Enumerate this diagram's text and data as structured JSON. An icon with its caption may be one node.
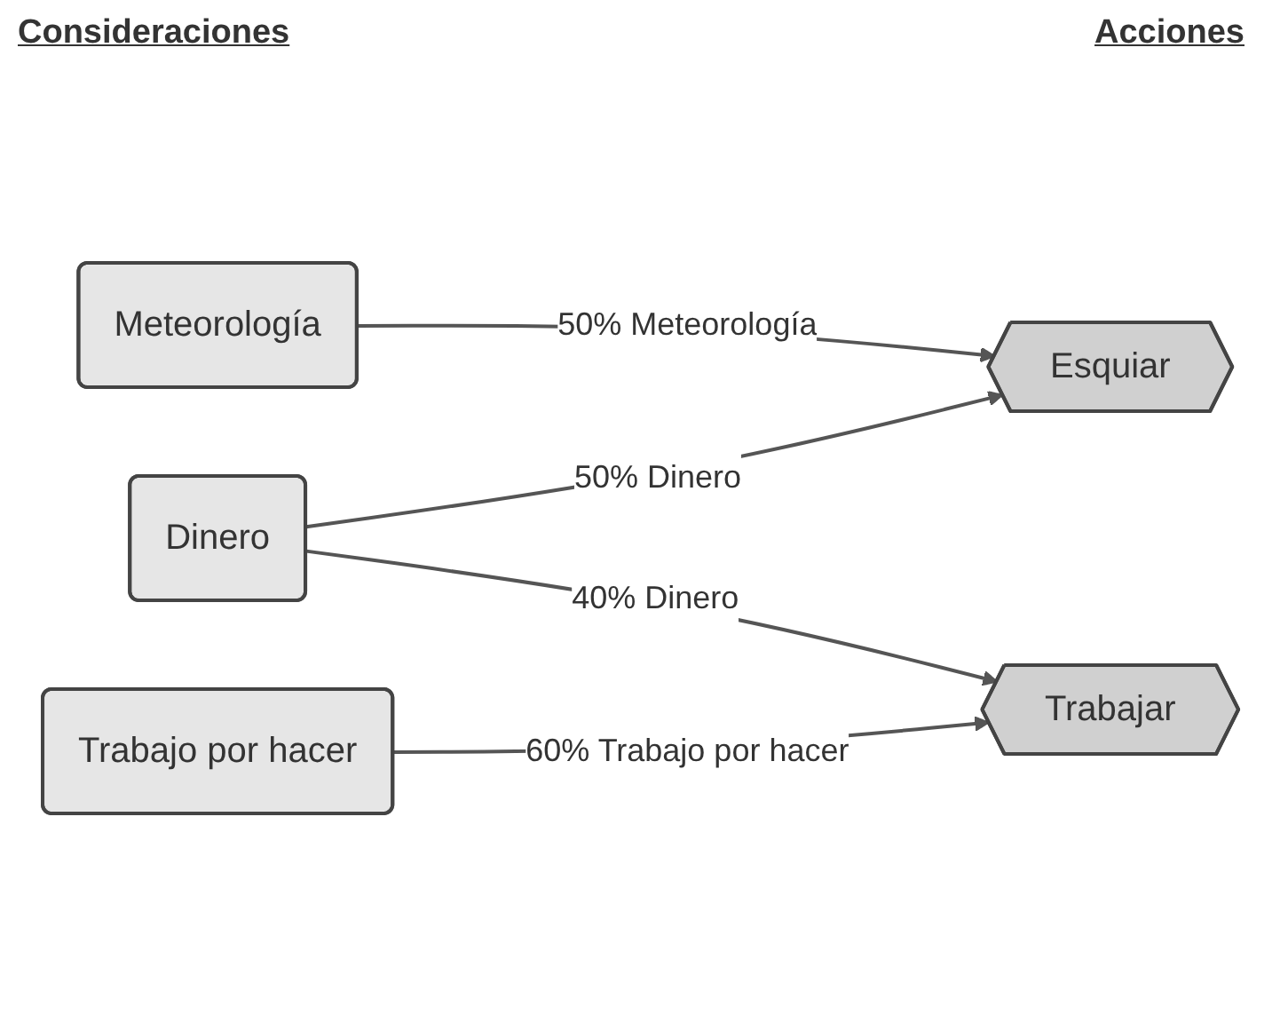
{
  "diagram": {
    "nodes": [
      {
        "text": [
          "Meteorología"
        ]
      },
      {
        "text": [
          "Dinero"
        ]
      },
      {
        "text": [
          "Trabajo por hacer"
        ]
      },
      {
        "text": [
          "Esquiar"
        ]
      },
      {
        "text": [
          "Trabajar"
        ]
      }
    ],
    "edges": [
      {
        "from": 0,
        "to": 3,
        "arrow": "to",
        "label": "50% Meteorología"
      },
      {
        "from": 1,
        "to": 3,
        "arrow": "to",
        "label": "50% Dinero"
      },
      {
        "from": 1,
        "to": 4,
        "arrow": "to",
        "label": "40% Dinero"
      },
      {
        "from": 2,
        "to": 4,
        "arrow": "to",
        "label": "60% Trabajo por hacer"
      }
    ],
    "labels": [
      "Consideraciones",
      "Acciones"
    ]
  }
}
